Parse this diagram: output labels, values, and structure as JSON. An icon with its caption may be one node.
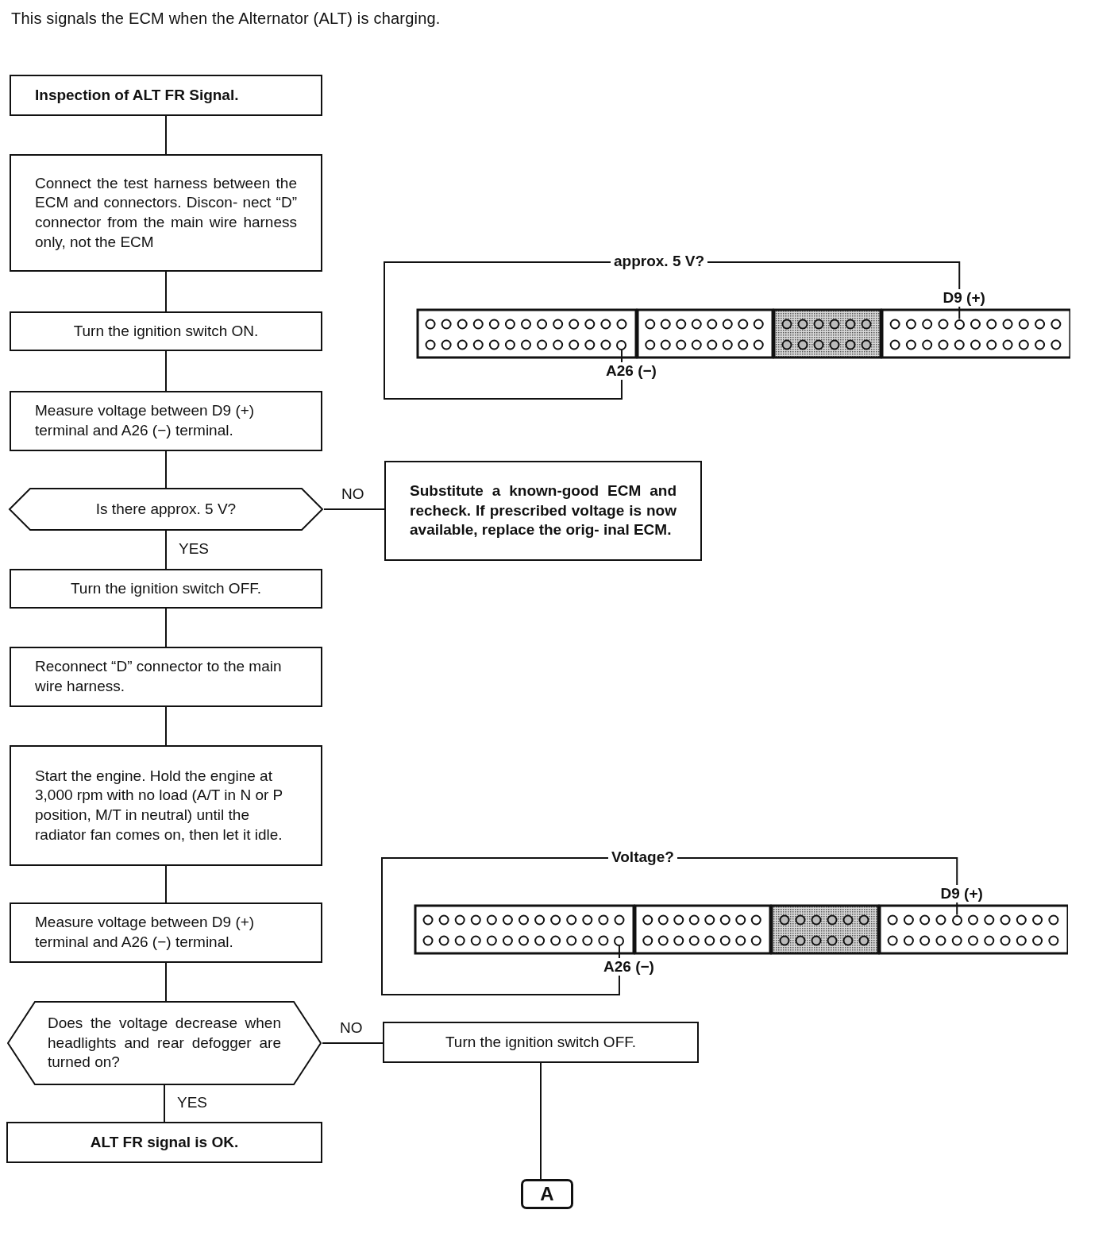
{
  "diagram": {
    "title": "This signals the ECM when the Alternator (ALT) is charging.",
    "nodes": [
      {
        "text": [
          "Inspection of ALT FR Signal."
        ]
      },
      {
        "text": [
          "Connect the test harness between the ECM and connectors. Discon- nect “D” connector from the main wire harness only, not the ECM"
        ]
      },
      {
        "text": [
          "Turn the ignition switch ON."
        ]
      },
      {
        "text": [
          "Measure voltage between D9 (+) terminal and A26 (−) terminal."
        ]
      },
      {
        "text": [
          "Is there approx. 5 V?"
        ]
      },
      {
        "text": [
          "Substitute a known-good ECM and recheck. If prescribed voltage is now available, replace the orig- inal ECM."
        ]
      },
      {
        "text": [
          "Turn the ignition switch OFF."
        ]
      },
      {
        "text": [
          "Reconnect “D” connector to the main wire harness."
        ]
      },
      {
        "text": [
          "Start the engine. Hold the engine at 3,000 rpm with no load (A/T in N or P position, M/T in neutral) until the radiator fan comes on, then let it idle."
        ]
      },
      {
        "text": [
          "Measure voltage between D9 (+) terminal and A26 (−) terminal."
        ]
      },
      {
        "text": [
          "Does the voltage decrease when headlights and rear defogger are turned on?"
        ]
      },
      {
        "text": [
          "Turn the ignition switch OFF."
        ]
      },
      {
        "text": [
          "ALT FR signal is OK."
        ]
      },
      {
        "text": [
          "A"
        ]
      },
      {
        "text": [],
        "shape": "box"
      },
      {
        "text": [],
        "shape": "circle",
        "in": 14,
        "beside": [
          "D9 (+)"
        ]
      },
      {
        "text": [],
        "shape": "circle",
        "in": 14,
        "beside": [
          "A26 (−)"
        ]
      },
      {
        "text": [],
        "shape": "box"
      },
      {
        "text": [],
        "shape": "circle",
        "in": 17,
        "beside": [
          "D9 (+)"
        ]
      },
      {
        "text": [],
        "shape": "circle",
        "in": 17,
        "beside": [
          "A26 (−)"
        ]
      }
    ],
    "edges": [
      {
        "from": 0,
        "to": 1,
        "arrow": "none"
      },
      {
        "from": 1,
        "to": 2,
        "arrow": "none"
      },
      {
        "from": 2,
        "to": 3,
        "arrow": "none"
      },
      {
        "from": 3,
        "to": 4,
        "arrow": "none"
      },
      {
        "from": 4,
        "to": 5,
        "arrow": "none",
        "label": "NO"
      },
      {
        "from": 4,
        "to": 6,
        "arrow": "none",
        "label": "YES"
      },
      {
        "from": 6,
        "to": 7,
        "arrow": "none"
      },
      {
        "from": 7,
        "to": 8,
        "arrow": "none"
      },
      {
        "from": 8,
        "to": 9,
        "arrow": "none"
      },
      {
        "from": 9,
        "to": 10,
        "arrow": "none"
      },
      {
        "from": 10,
        "to": 11,
        "arrow": "none",
        "label": "NO"
      },
      {
        "from": 10,
        "to": 12,
        "arrow": "none",
        "label": "YES"
      },
      {
        "from": 11,
        "to": 13,
        "arrow": "none"
      },
      {
        "from": 15,
        "to": 16,
        "arrow": "none",
        "label": "approx. 5 V?"
      },
      {
        "from": 18,
        "to": 19,
        "arrow": "none",
        "label": "Voltage?"
      }
    ]
  }
}
